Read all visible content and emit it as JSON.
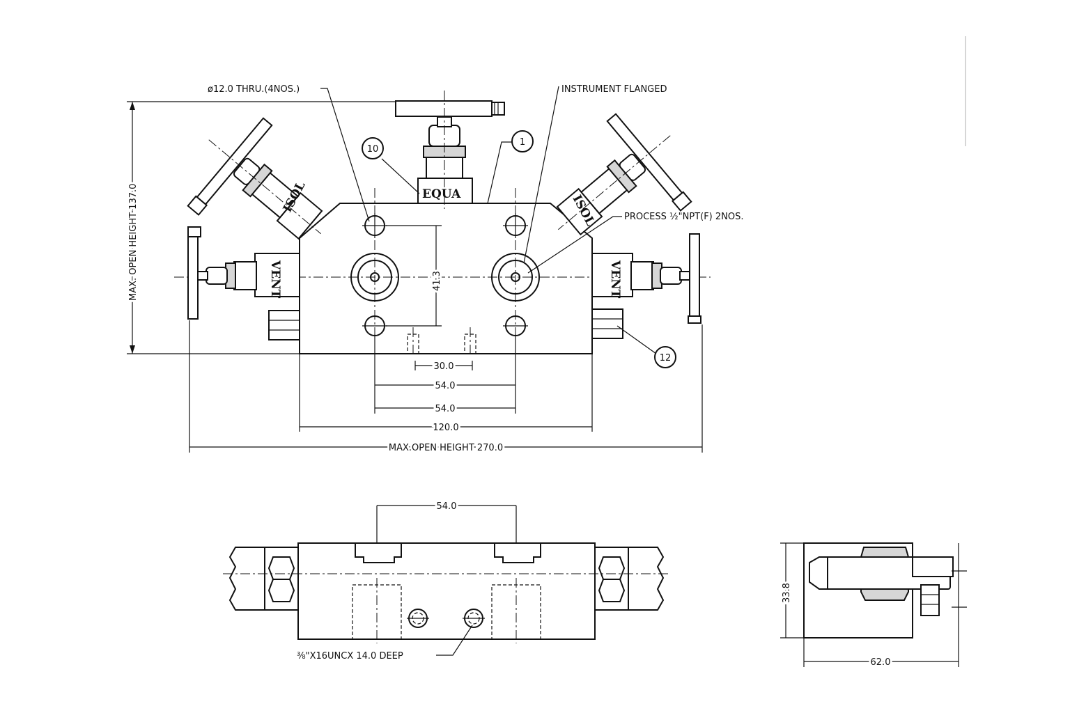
{
  "labels": {
    "holes": "ø12.0 THRU.(4NOS.)",
    "instrument": "INSTRUMENT FLANGED",
    "process": "PROCESS ½\"NPT(F) 2NOS.",
    "tapped": "⅜\"X16UNCX 14.0 DEEP"
  },
  "valves": {
    "equalize": "EQUA",
    "isolate_left": "ISOL",
    "isolate_right": "ISOL",
    "vent_left": "VENT",
    "vent_right": "VENT"
  },
  "balloons": {
    "b10": "10",
    "b1": "1",
    "b12": "12"
  },
  "dimensions": {
    "height_137": "MAX. OPEN HEIGHT 137.0",
    "d_41_3": "41.3",
    "d_30": "30.0",
    "d_54_a": "54.0",
    "d_54_b": "54.0",
    "d_120": "120.0",
    "d_270": "MAX.OPEN HEIGHT 270.0",
    "d_54_bottom": "54.0",
    "d_33_8": "33.8",
    "d_62": "62.0"
  }
}
